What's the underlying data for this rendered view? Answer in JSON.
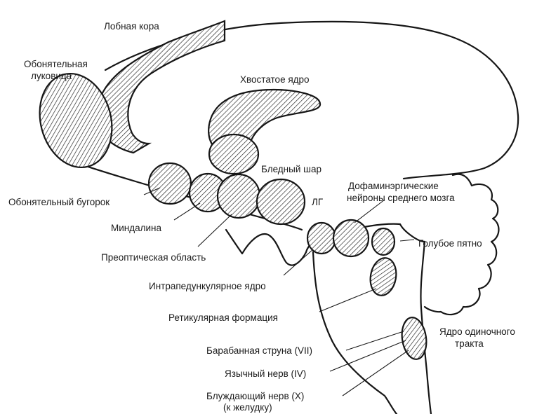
{
  "labels": {
    "frontal_cortex": "Лобная кора",
    "olfactory_bulb_1": "Обонятельная",
    "olfactory_bulb_2": "луковица",
    "caudate": "Хвостатое ядро",
    "globus_pallidus": "Бледный шар",
    "lh": "ЛГ",
    "dopamine_1": "Дофаминэргические",
    "dopamine_2": "нейроны среднего мозга",
    "olfactory_tubercle": "Обонятельный бугорок",
    "amygdala": "Миндалина",
    "preoptic": "Преоптическая область",
    "locus_coeruleus": "Голубое пятно",
    "interpeduncular": "Интрапедункулярное ядро",
    "reticular": "Ретикулярная формация",
    "solitary_1": "Ядро одиночного",
    "solitary_2": "тракта",
    "chorda": "Барабанная струна (VII)",
    "lingual": "Язычный нерв (IV)",
    "vagus_1": "Блуждающий нерв (X)",
    "vagus_2": "(к желудку)"
  }
}
